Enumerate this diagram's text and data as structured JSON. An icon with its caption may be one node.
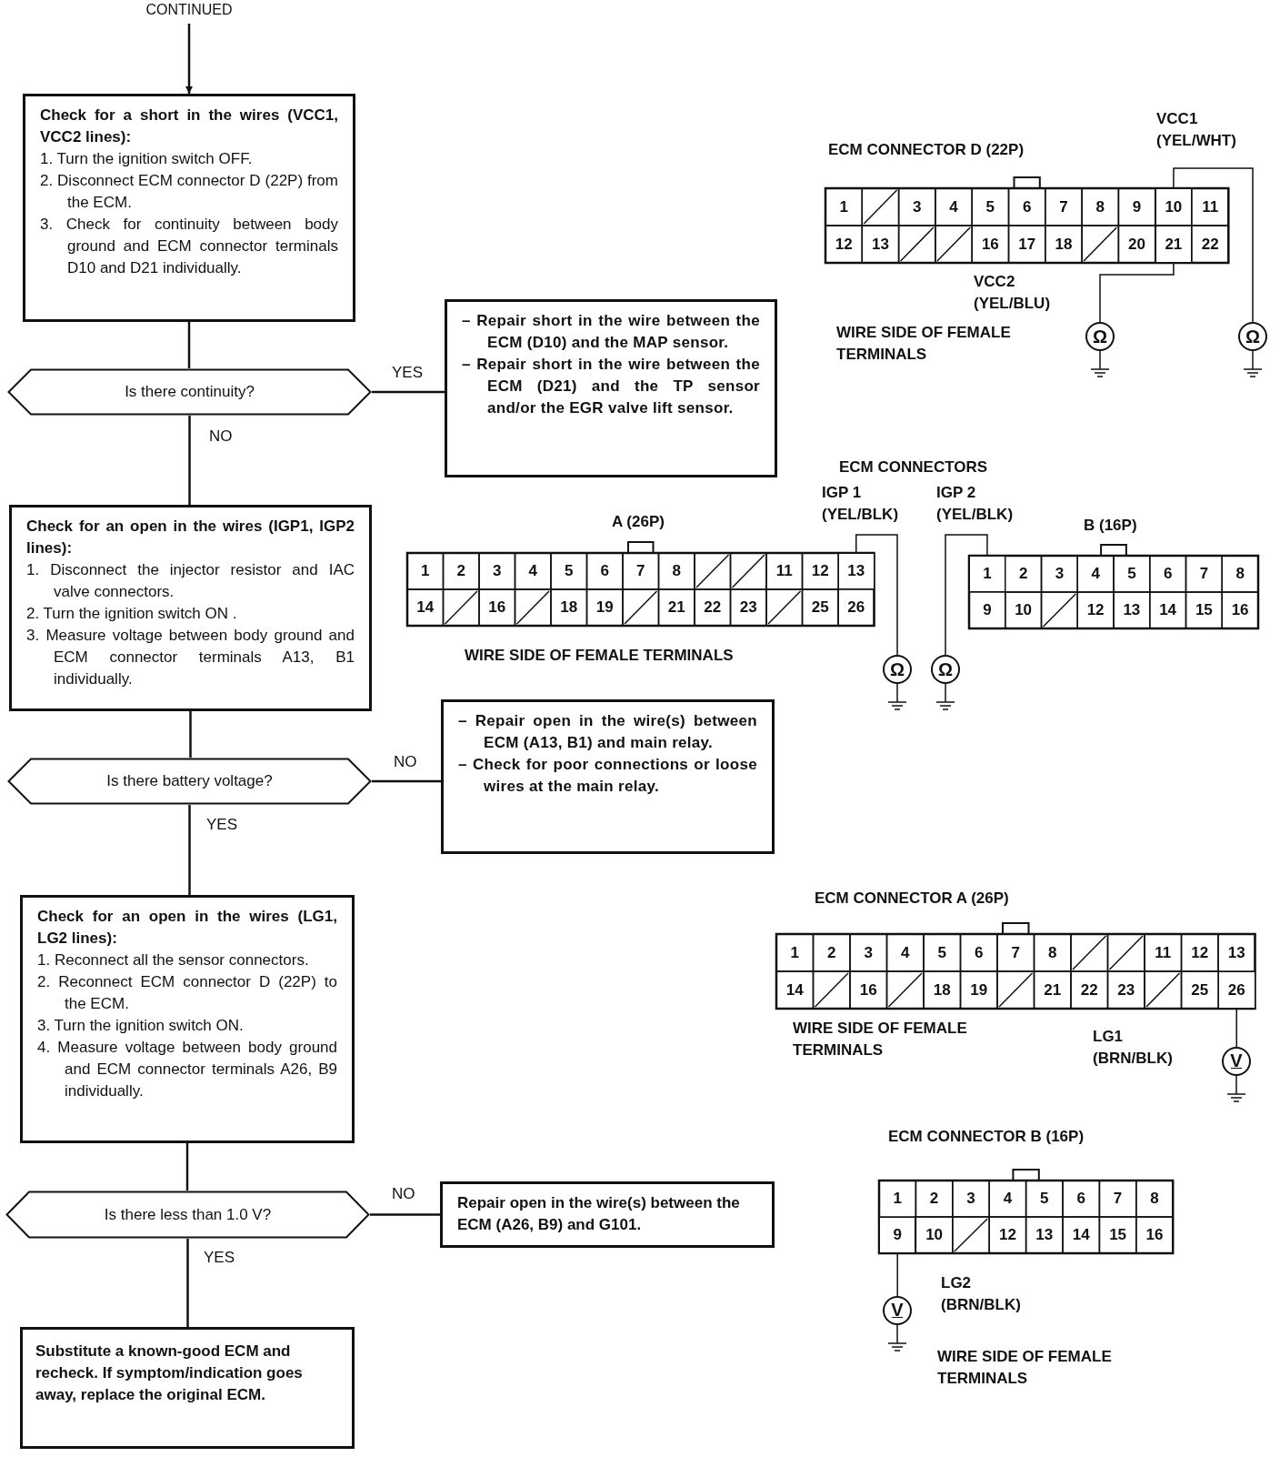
{
  "diagram": {
    "nodes": [
      {
        "text": [
          "CONTINUED"
        ]
      },
      {
        "text": [
          "Check for a short in the wires (VCC1, VCC2 lines):",
          "1. Turn the ignition switch OFF.",
          "2. Disconnect ECM connector D (22P) from the ECM.",
          "3. Check for continuity between body ground and ECM connector terminals D10 and D21 individually."
        ]
      },
      {
        "text": [
          "Is there continuity?"
        ]
      },
      {
        "text": [
          "– Repair short in the wire between the ECM (D10) and the MAP sensor.",
          "– Repair short in the wire between the ECM (D21) and the TP sensor and/or the EGR valve lift sensor."
        ]
      },
      {
        "text": [
          "Check for an open in the wires (IGP1, IGP2 lines):",
          "1. Disconnect the injector resistor and IAC valve connectors.",
          "2. Turn the ignition switch ON .",
          "3. Measure voltage between body ground and ECM connector terminals A13, B1 individually."
        ]
      },
      {
        "text": [
          "Is there battery voltage?"
        ]
      },
      {
        "text": [
          "– Repair open in the wire(s) between ECM (A13, B1) and main relay.",
          "– Check for poor connections or loose wires at the main relay."
        ]
      },
      {
        "text": [
          "Check for an open in the wires (LG1, LG2 lines):",
          "1. Reconnect all the sensor connectors.",
          "2. Reconnect ECM connector D (22P) to the ECM.",
          "3. Turn the ignition switch ON.",
          "4. Measure voltage between body ground and ECM connector terminals A26, B9 individually."
        ]
      },
      {
        "text": [
          "Is there less than 1.0 V?"
        ]
      },
      {
        "text": [
          "Repair open in the wire(s) between the ECM (A26, B9) and G101."
        ]
      },
      {
        "text": [
          "Substitute a known-good ECM and recheck. If symptom/indication goes away, replace the original ECM."
        ]
      },
      {
        "text": [
          "10"
        ]
      },
      {
        "text": [
          "21"
        ]
      },
      {
        "text": [
          "Ω"
        ]
      },
      {
        "text": [
          "Ω"
        ]
      },
      {
        "text": [
          "13"
        ]
      },
      {
        "text": [
          "1"
        ]
      },
      {
        "text": [
          "Ω"
        ]
      },
      {
        "text": [
          "Ω"
        ]
      },
      {
        "text": [
          "26"
        ]
      },
      {
        "text": [
          "V"
        ]
      },
      {
        "text": [
          "9"
        ]
      },
      {
        "text": [
          "V"
        ]
      }
    ],
    "edges": [
      {
        "from": 0,
        "to": 1,
        "arrow": "to"
      },
      {
        "from": 1,
        "to": 2,
        "arrow": "none"
      },
      {
        "from": 2,
        "to": 3,
        "arrow": "none",
        "label": "YES"
      },
      {
        "from": 2,
        "to": 4,
        "arrow": "none",
        "label": "NO"
      },
      {
        "from": 4,
        "to": 5,
        "arrow": "none"
      },
      {
        "from": 5,
        "to": 6,
        "arrow": "none",
        "label": "NO"
      },
      {
        "from": 5,
        "to": 7,
        "arrow": "none",
        "label": "YES"
      },
      {
        "from": 7,
        "to": 8,
        "arrow": "none"
      },
      {
        "from": 8,
        "to": 9,
        "arrow": "none",
        "label": "NO"
      },
      {
        "from": 8,
        "to": 10,
        "arrow": "none",
        "label": "YES"
      },
      {
        "from": 11,
        "to": 14,
        "arrow": "none"
      },
      {
        "from": 12,
        "to": 13,
        "arrow": "none"
      },
      {
        "from": 15,
        "to": 17,
        "arrow": "none"
      },
      {
        "from": 16,
        "to": 18,
        "arrow": "none"
      },
      {
        "from": 19,
        "to": 20,
        "arrow": "none"
      },
      {
        "from": 21,
        "to": 22,
        "arrow": "none"
      }
    ],
    "labels": [
      "ECM CONNECTOR D (22P)",
      "VCC1 (YEL/WHT)",
      "1",
      "3",
      "4",
      "5",
      "6",
      "7",
      "8",
      "9",
      "11",
      "12",
      "13",
      "16",
      "17",
      "18",
      "20",
      "22",
      "VCC2 (YEL/BLU)",
      "WIRE SIDE OF FEMALE TERMINALS",
      "ECM CONNECTORS",
      "IGP 1 (YEL/BLK)",
      "IGP 2 (YEL/BLK)",
      "A (26P)",
      "B (16P)",
      "1",
      "2",
      "3",
      "4",
      "5",
      "6",
      "7",
      "8",
      "11",
      "12",
      "14",
      "16",
      "18",
      "19",
      "21",
      "22",
      "23",
      "25",
      "26",
      "2",
      "3",
      "4",
      "5",
      "6",
      "7",
      "8",
      "9",
      "10",
      "12",
      "13",
      "14",
      "15",
      "16",
      "WIRE SIDE OF FEMALE TERMINALS",
      "ECM CONNECTOR A (26P)",
      "1",
      "2",
      "3",
      "4",
      "5",
      "6",
      "7",
      "8",
      "11",
      "12",
      "13",
      "14",
      "16",
      "18",
      "19",
      "21",
      "22",
      "23",
      "25",
      "WIRE SIDE OF FEMALE TERMINALS",
      "LG1 (BRN/BLK)",
      "ECM CONNECTOR B (16P)",
      "1",
      "2",
      "3",
      "4",
      "5",
      "6",
      "7",
      "8",
      "10",
      "12",
      "13",
      "14",
      "15",
      "16",
      "LG2 (BRN/BLK)",
      "WIRE SIDE OF FEMALE TERMINALS"
    ]
  }
}
